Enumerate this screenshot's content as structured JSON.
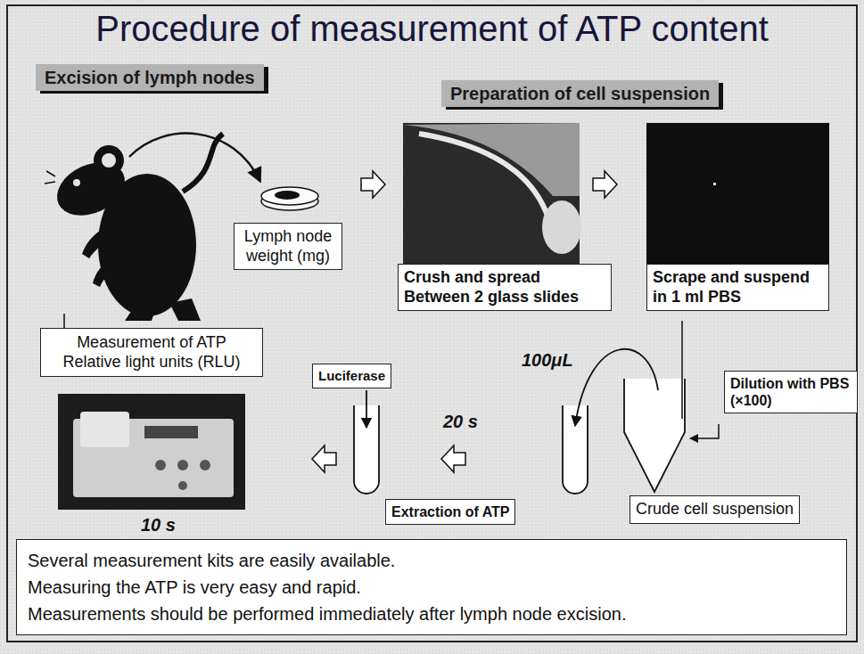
{
  "diagram": {
    "title": "Procedure of measurement of ATP content",
    "nodes": [
      {
        "text": [
          "Excision of lymph nodes"
        ]
      },
      {
        "text": [
          "Preparation of cell suspension"
        ]
      },
      {
        "text": [
          "Lymph node weight (mg)"
        ]
      },
      {
        "text": [
          "Crush and spread Between 2 glass slides"
        ]
      },
      {
        "text": [
          "Scrape and suspend in 1 ml PBS"
        ]
      },
      {
        "text": [
          "Measurement of ATP Relative light units (RLU)"
        ]
      },
      {
        "text": [
          "Luciferase"
        ]
      },
      {
        "text": [
          "Dilution with PBS (×100)"
        ]
      },
      {
        "text": [
          "Extraction of ATP"
        ]
      },
      {
        "text": [
          "Crude cell suspension"
        ]
      },
      {
        "text": [
          "Several measurement kits are easily available.",
          "Measuring the ATP is very easy and rapid.",
          "Measurements should be performed immediately after lymph node excision."
        ]
      }
    ],
    "labels": [
      "100μL",
      "20 s",
      "10 s"
    ]
  }
}
